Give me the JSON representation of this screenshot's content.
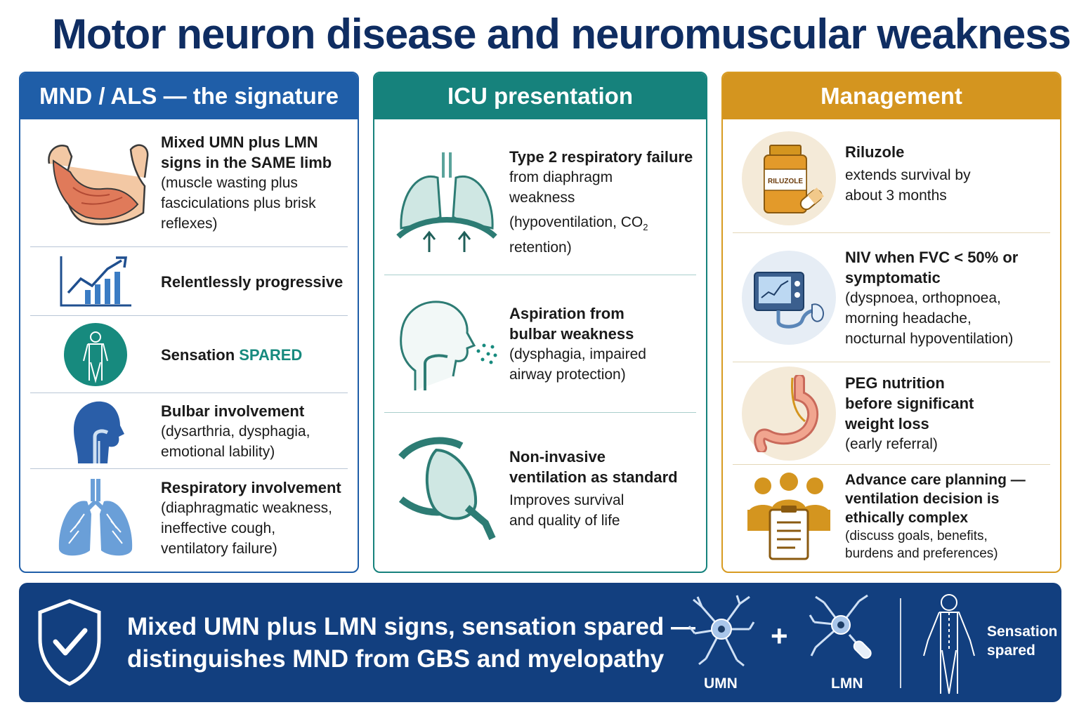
{
  "title": "Motor neuron disease and neuromuscular weakness",
  "panels": {
    "signature": {
      "heading": "MND / ALS — the signature",
      "items": [
        {
          "bold": "Mixed UMN plus LMN signs in the SAME limb",
          "note": "(muscle wasting plus fasciculations plus brisk reflexes)",
          "icon": "flexed-arm-icon"
        },
        {
          "bold": "Relentlessly progressive",
          "icon": "rising-chart-icon"
        },
        {
          "bold_prefix": "Sensation ",
          "highlight": "SPARED",
          "icon": "body-figure-icon"
        },
        {
          "bold": "Bulbar involvement",
          "note": "(dysarthria, dysphagia, emotional lability)",
          "icon": "head-throat-icon"
        },
        {
          "bold": "Respiratory involvement",
          "note": "(diaphragmatic weakness, ineffective cough, ventilatory failure)",
          "icon": "lungs-icon"
        }
      ]
    },
    "icu": {
      "heading": "ICU presentation",
      "items": [
        {
          "bold": "Type 2 respiratory failure",
          "line1": "from diaphragm weakness",
          "note_a": "(hypoventilation, CO",
          "note_sub": "2",
          "note_b": "retention)",
          "icon": "lungs-diaphragm-icon"
        },
        {
          "bold": "Aspiration from bulbar weakness",
          "note": "(dysphagia, impaired airway protection)",
          "icon": "head-aspiration-icon"
        },
        {
          "bold": "Non-invasive ventilation as standard",
          "note": "Improves survival and quality of life",
          "icon": "niv-mask-icon"
        }
      ]
    },
    "management": {
      "heading": "Management",
      "items": [
        {
          "bold": "Riluzole",
          "note": "extends survival by about 3 months",
          "bottle_label": "RILUZOLE",
          "icon": "pill-bottle-icon"
        },
        {
          "bold": "NIV when FVC < 50% or symptomatic",
          "note": "(dyspnoea, orthopnoea, morning headache, nocturnal hypoventilation)",
          "icon": "ventilator-icon"
        },
        {
          "bold": "PEG nutrition before significant weight loss",
          "note": "(early referral)",
          "icon": "stomach-tube-icon"
        },
        {
          "bold": "Advance care planning — ventilation decision is ethically complex",
          "note": "(discuss goals, benefits, burdens and preferences)",
          "icon": "people-clipboard-icon"
        }
      ]
    }
  },
  "banner": {
    "line1": "Mixed UMN plus LMN signs, sensation spared —",
    "line2": "distinguishes MND from GBS and myelopathy",
    "umn": "UMN",
    "plus": "+",
    "lmn": "LMN",
    "sensation": "Sensation spared"
  },
  "colors": {
    "navy": "#0f2d62",
    "blue": "#1f5ea8",
    "teal": "#16827c",
    "gold": "#d4951f",
    "banner": "#123f7f"
  }
}
